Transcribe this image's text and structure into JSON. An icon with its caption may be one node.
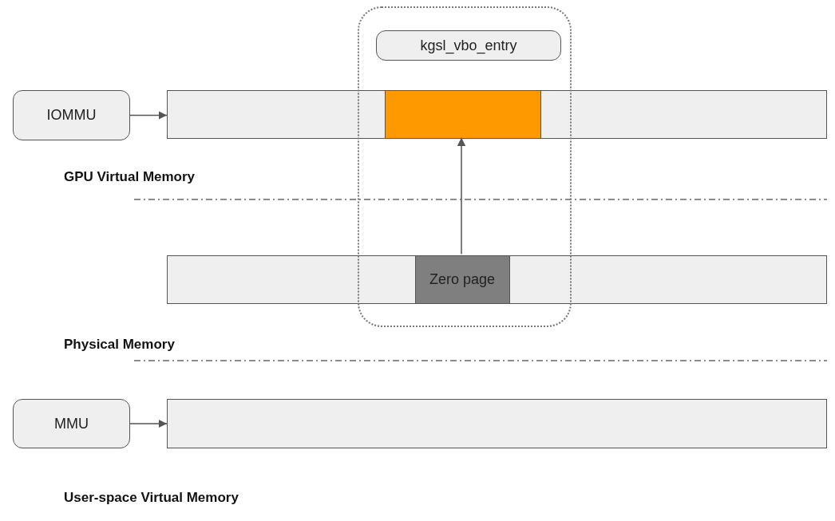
{
  "diagram": {
    "nodes": [
      {
        "text": [],
        "shape": "box"
      },
      {
        "text": [
          "kgsl_vbo_entry"
        ],
        "in": 0
      },
      {
        "text": [
          "IOMMU"
        ]
      },
      {
        "text": [],
        "shape": "bar"
      },
      {
        "text": [],
        "shape": "box"
      },
      {
        "text": [],
        "shape": "bar"
      },
      {
        "text": [
          "Zero page"
        ]
      },
      {
        "text": [
          "MMU"
        ]
      },
      {
        "text": [],
        "shape": "bar"
      }
    ],
    "edges": [
      {
        "from": 2,
        "to": 3,
        "arrow": "to"
      },
      {
        "from": 6,
        "to": 4,
        "arrow": "to"
      },
      {
        "from": 7,
        "to": 8,
        "arrow": "to"
      }
    ],
    "labels": [
      "GPU Virtual Memory",
      "Physical Memory",
      "User-space Virtual Memory"
    ]
  }
}
